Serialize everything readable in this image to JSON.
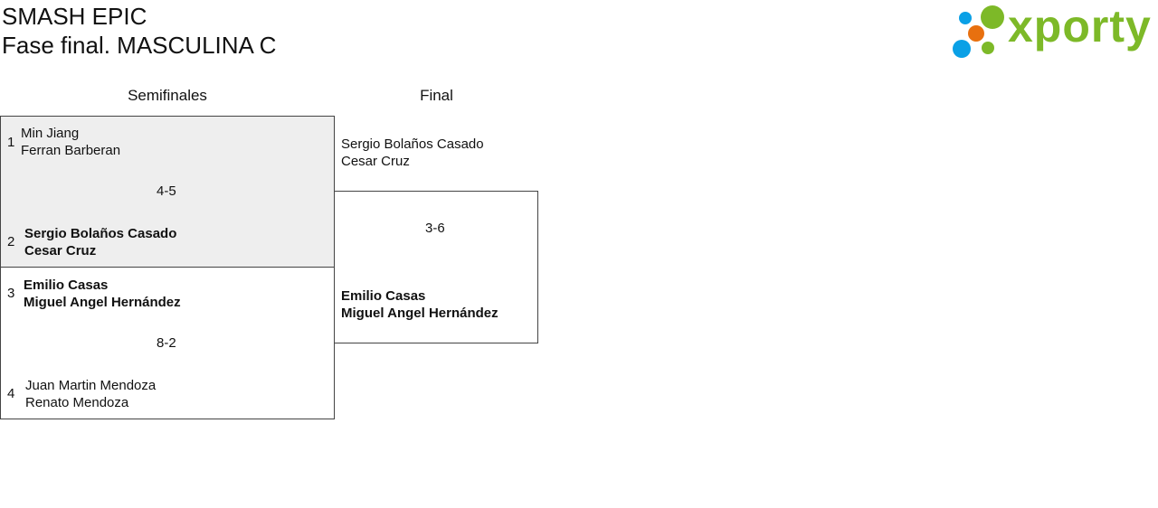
{
  "header": {
    "title": "SMASH EPIC",
    "subtitle": "Fase final. MASCULINA C"
  },
  "logo": {
    "text": "xporty",
    "colors": {
      "green": "#7db928",
      "blue": "#0aa0e6",
      "orange": "#e8700f"
    }
  },
  "rounds": [
    {
      "label": "Semifinales"
    },
    {
      "label": "Final"
    }
  ],
  "semifinals": [
    {
      "score": "4-5",
      "teams": [
        {
          "seed": "1",
          "players": [
            "Min Jiang",
            "Ferran Barberan"
          ],
          "winner": false
        },
        {
          "seed": "2",
          "players": [
            "Sergio Bolaños Casado",
            "Cesar Cruz"
          ],
          "winner": true
        }
      ]
    },
    {
      "score": "8-2",
      "teams": [
        {
          "seed": "3",
          "players": [
            "Emilio Casas",
            "Miguel Angel Hernández"
          ],
          "winner": true
        },
        {
          "seed": "4",
          "players": [
            "Juan Martin Mendoza",
            "Renato Mendoza"
          ],
          "winner": false
        }
      ]
    }
  ],
  "final": {
    "score": "3-6",
    "teams": [
      {
        "players": [
          "Sergio Bolaños Casado",
          "Cesar Cruz"
        ],
        "winner": false
      },
      {
        "players": [
          "Emilio Casas",
          "Miguel Angel Hernández"
        ],
        "winner": true
      }
    ]
  }
}
